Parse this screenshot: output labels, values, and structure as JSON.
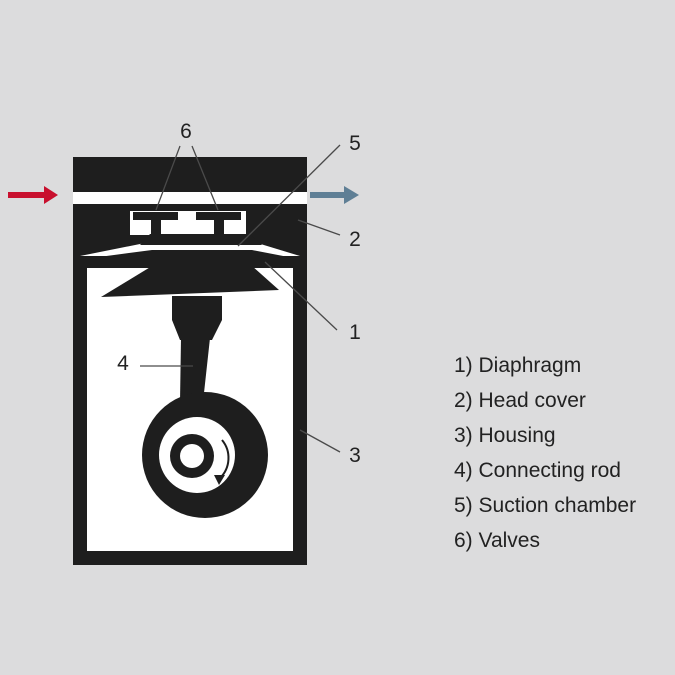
{
  "colors": {
    "background": "#dcdcdd",
    "dark": "#1e1e1e",
    "white": "#ffffff",
    "inlet_arrow": "#c8102e",
    "outlet_arrow": "#5f7f95",
    "leader": "#4a4a4a"
  },
  "callouts": {
    "valves": "6",
    "suction_chamber": "5",
    "head_cover": "2",
    "diaphragm": "1",
    "connecting_rod": "4",
    "housing": "3"
  },
  "legend": [
    "1) Diaphragm",
    "2) Head cover",
    "3) Housing",
    "4) Connecting rod",
    "5) Suction chamber",
    "6) Valves"
  ],
  "icons": {
    "inlet": "arrow-right-icon",
    "outlet": "arrow-right-icon",
    "rotation": "curved-arrow-clockwise-icon"
  }
}
